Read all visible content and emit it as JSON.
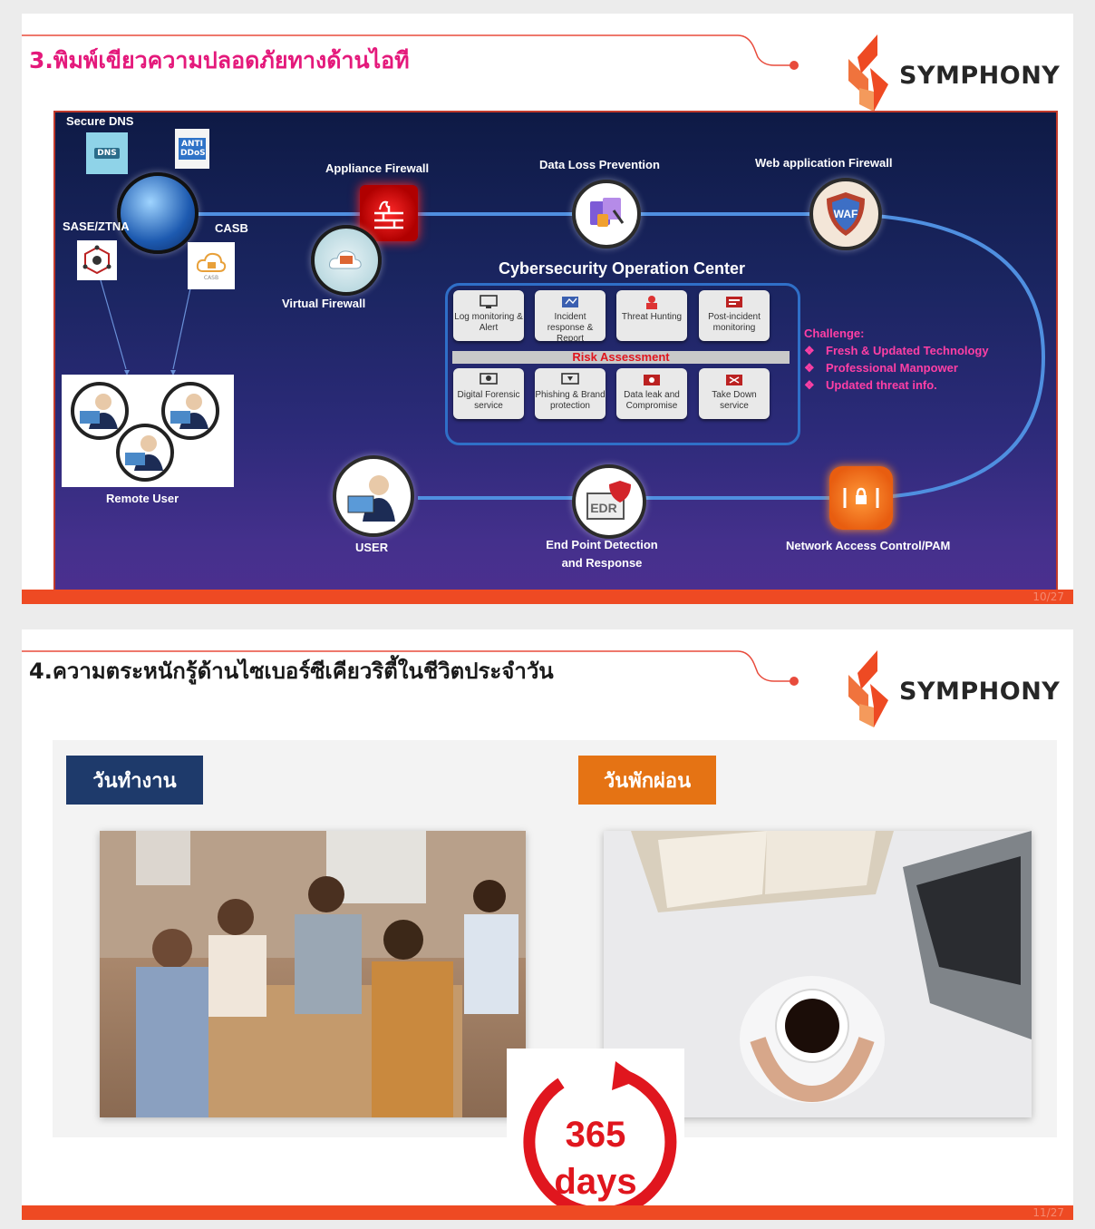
{
  "slide1": {
    "title": "3.พิมพ์เขียวความปลอดภัยทางด้านไอที",
    "brand": "SYMPHONY",
    "page": "10/27",
    "diagram": {
      "secure_dns": "Secure DNS",
      "dns_icon_text": "DNS",
      "anti_ddos_text": "ANTI DDoS",
      "sase": "SASE/ZTNA",
      "casb": "CASB",
      "casb_icon_text": "CASB",
      "appliance_firewall": "Appliance Firewall",
      "virtual_firewall": "Virtual Firewall",
      "dlp": "Data Loss Prevention",
      "waf_label": "Web application Firewall",
      "waf_icon_text": "WAF",
      "soc_title": "Cybersecurity Operation Center",
      "soc_top": [
        {
          "label": "Log monitoring & Alert"
        },
        {
          "label": "Incident response & Report"
        },
        {
          "label": "Threat Hunting"
        },
        {
          "label": "Post-incident monitoring"
        }
      ],
      "risk": "Risk Assessment",
      "soc_bottom": [
        {
          "label": "Digital Forensic service"
        },
        {
          "label": "Phishing & Brand protection"
        },
        {
          "label": "Data leak and Compromise"
        },
        {
          "label": "Take Down service"
        }
      ],
      "challenge_title": "Challenge:",
      "challenges": [
        "Fresh & Updated Technology",
        "Professional Manpower",
        "Updated threat info."
      ],
      "bullet": "❖",
      "remote_user": "Remote User",
      "user": "USER",
      "edr_icon_text": "EDR",
      "edr_line1": "End Point Detection",
      "edr_line2": "and Response",
      "nac": "Network Access Control/PAM"
    }
  },
  "slide2": {
    "title": "4.ความตระหนักรู้ด้านไซเบอร์ซีเคียวริตี้ในชีวิตประจำวัน",
    "brand": "SYMPHONY",
    "page": "11/27",
    "workday": "วันทำงาน",
    "holiday": "วันพักผ่อน",
    "days_number": "365",
    "days_word": "days"
  },
  "colors": {
    "accent_orange": "#ee4a23",
    "title_pink": "#e4197b",
    "navy_tag": "#1e3a6b",
    "orange_tag": "#e57314",
    "challenge_pink": "#ff3fa5",
    "risk_red": "#e0161e"
  }
}
